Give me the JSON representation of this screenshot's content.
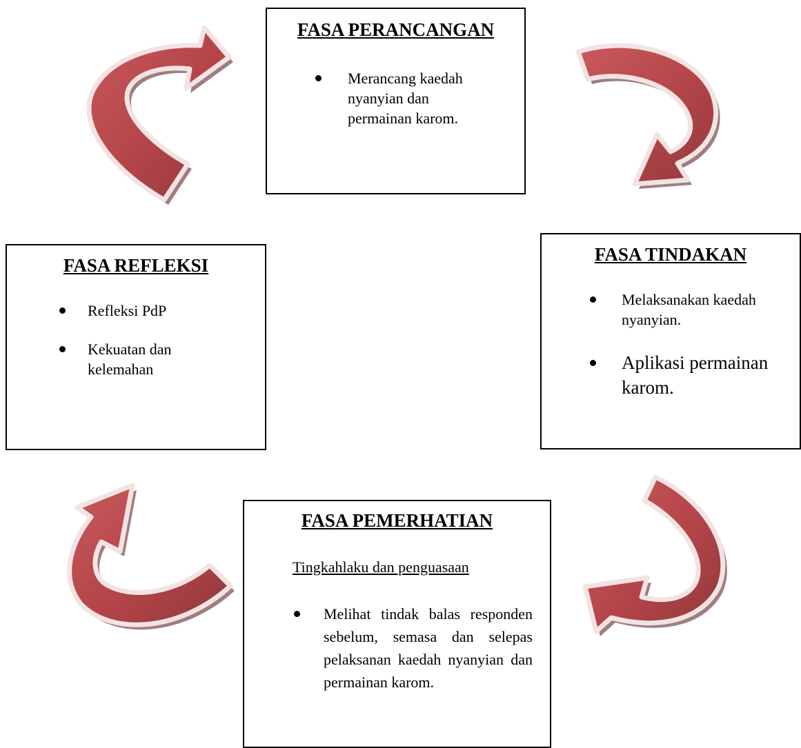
{
  "boxes": {
    "perancangan": {
      "title": "FASA PERANCANGAN",
      "items": [
        "Merancang  kaedah nyanyian dan permainan  karom."
      ]
    },
    "tindakan": {
      "title": "FASA TINDAKAN",
      "items": [
        "Melaksanakan kaedah nyanyian.",
        "Aplikasi permainan karom."
      ]
    },
    "refleksi": {
      "title": "FASA REFLEKSI",
      "items": [
        "Refleksi PdP",
        "Kekuatan dan kelemahan"
      ]
    },
    "pemerhatian": {
      "title": "FASA PEMERHATIAN",
      "subheading": "Tingkahlaku dan penguasaan",
      "items": [
        "Melihat tindak balas responden sebelum, semasa dan selepas pelaksanan kaedah nyanyian dan permainan karom."
      ]
    }
  },
  "arrows": {
    "fill_color": "#b5474b",
    "edge_color": "#f3e3e3",
    "shadow_color": "#9e7e80",
    "direction": "clockwise"
  }
}
